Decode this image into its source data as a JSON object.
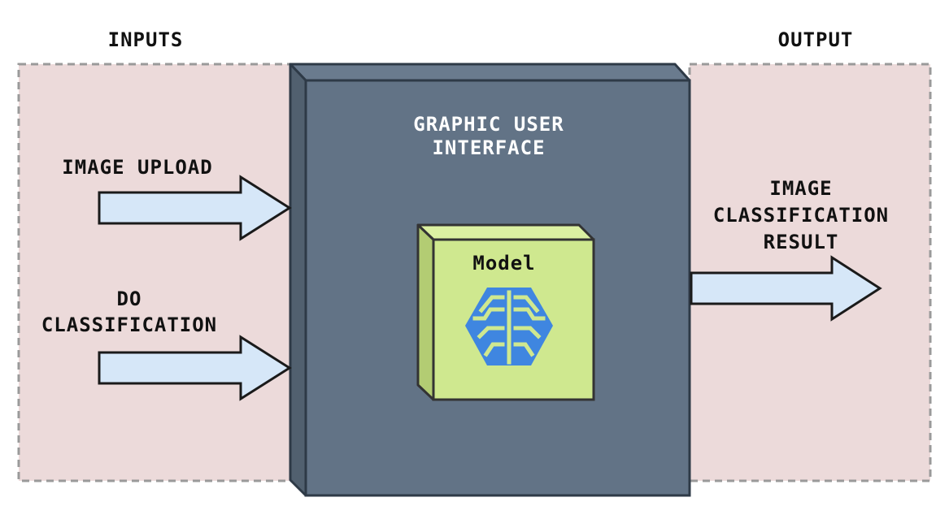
{
  "headings": {
    "inputs": "INPUTS",
    "output": "OUTPUT"
  },
  "inputs": [
    {
      "label_lines": [
        "IMAGE UPLOAD"
      ]
    },
    {
      "label_lines": [
        "DO",
        "CLASSIFICATION"
      ]
    }
  ],
  "gui": {
    "title_lines": [
      "GRAPHIC USER",
      "INTERFACE"
    ]
  },
  "model": {
    "label": "Model",
    "icon": "brain-icon"
  },
  "output": {
    "label_lines": [
      "IMAGE",
      "CLASSIFICATION",
      "RESULT"
    ]
  },
  "colors": {
    "panel_fill": "#ecdada",
    "panel_border": "#9a9a9a",
    "gui_front": "#627386",
    "gui_side": "#51606f",
    "gui_border": "#2e3a47",
    "model_front": "#cfe88f",
    "model_side": "#b3cc73",
    "arrow_fill": "#d6e7f8",
    "brain_blue": "#3f86e0"
  }
}
